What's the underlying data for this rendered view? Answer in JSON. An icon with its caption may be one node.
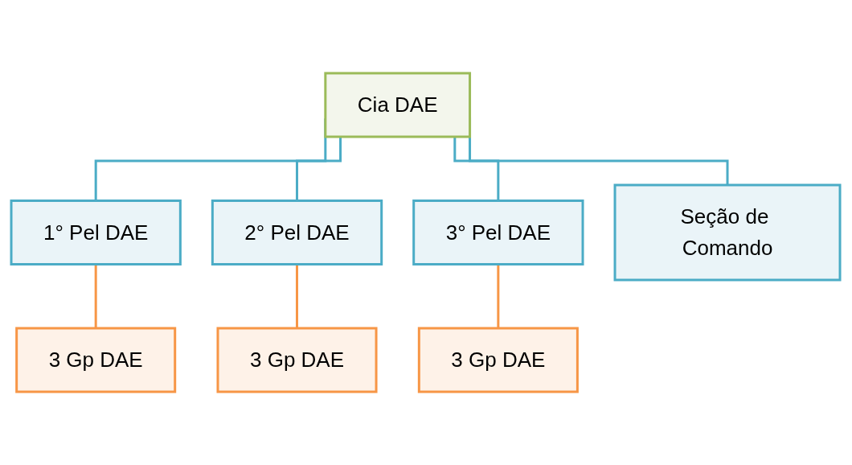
{
  "diagram": {
    "nodes": [
      {
        "text": [
          "Cia DAE"
        ]
      },
      {
        "text": [
          "1° Pel DAE"
        ]
      },
      {
        "text": [
          "2° Pel DAE"
        ]
      },
      {
        "text": [
          "3° Pel DAE"
        ]
      },
      {
        "text": [
          "Seção de Comando"
        ]
      },
      {
        "text": [
          "3 Gp DAE"
        ]
      },
      {
        "text": [
          "3 Gp DAE"
        ]
      },
      {
        "text": [
          "3 Gp DAE"
        ]
      }
    ],
    "edges": [
      {
        "from": 0,
        "to": 1,
        "arrow": "none"
      },
      {
        "from": 0,
        "to": 2,
        "arrow": "none"
      },
      {
        "from": 0,
        "to": 3,
        "arrow": "none"
      },
      {
        "from": 0,
        "to": 4,
        "arrow": "none"
      },
      {
        "from": 1,
        "to": 5,
        "arrow": "none",
        "color": "#f79646"
      },
      {
        "from": 2,
        "to": 6,
        "arrow": "none",
        "color": "#f79646"
      },
      {
        "from": 3,
        "to": 7,
        "arrow": "none",
        "color": "#f79646"
      }
    ]
  }
}
